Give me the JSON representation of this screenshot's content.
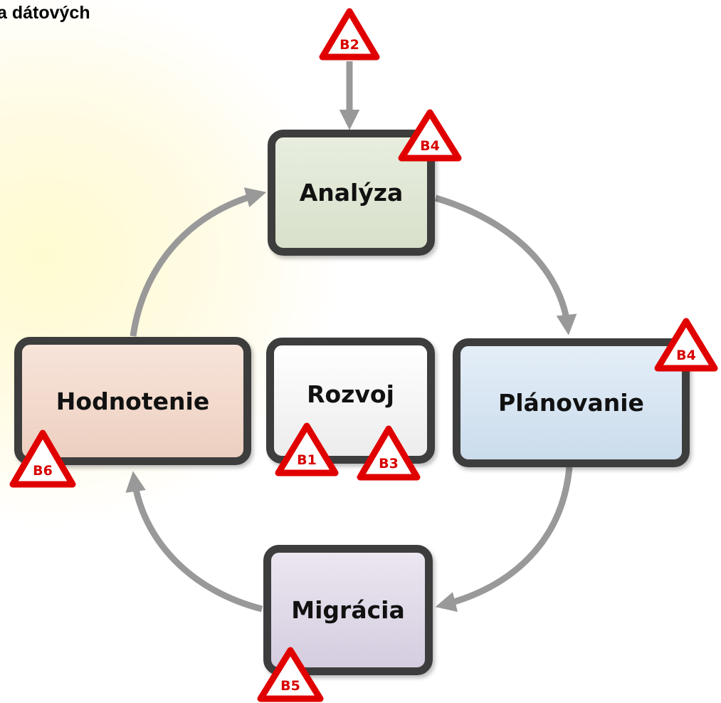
{
  "title": "a dátových",
  "colors": {
    "arrow": "#999999",
    "box_border": "#3d3d3d",
    "warning_red": "#e00000"
  },
  "boxes": {
    "analyza": "Analýza",
    "planovanie": "Plánovanie",
    "migracia": "Migrácia",
    "hodnotenie": "Hodnotenie",
    "rozvoj": "Rozvoj"
  },
  "warnings": {
    "top": "B2",
    "analyza": "B4",
    "planovanie": "B4",
    "rozvoj_left": "B1",
    "rozvoj_right": "B3",
    "hodnotenie": "B6",
    "migracia": "B5"
  }
}
